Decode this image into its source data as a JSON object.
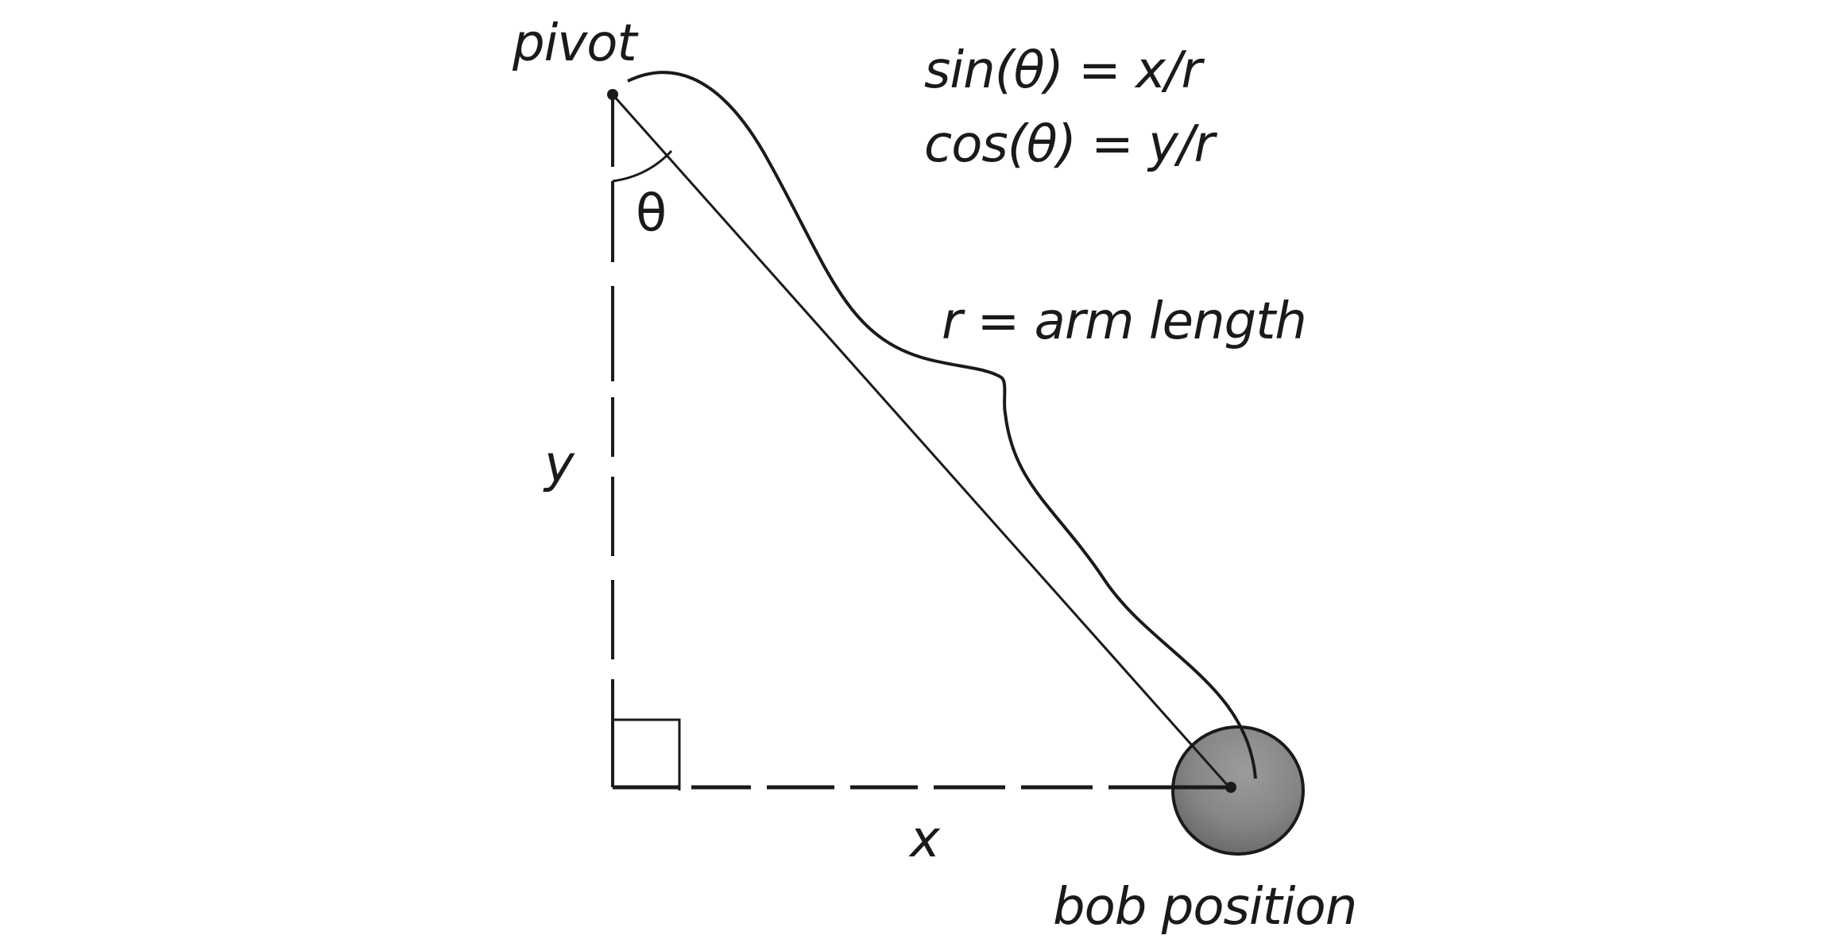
{
  "labels": {
    "pivot": "pivot",
    "theta": "θ",
    "y": "y",
    "x": "x",
    "arm": "r = arm length",
    "bob": "bob position",
    "sin_eq": "sin(θ) = x/r",
    "cos_eq": "cos(θ) = y/r"
  },
  "colors": {
    "ink": "#1a1a1a",
    "bob_fill": "#8a8a8a",
    "bob_dark": "#6e6e6e"
  }
}
